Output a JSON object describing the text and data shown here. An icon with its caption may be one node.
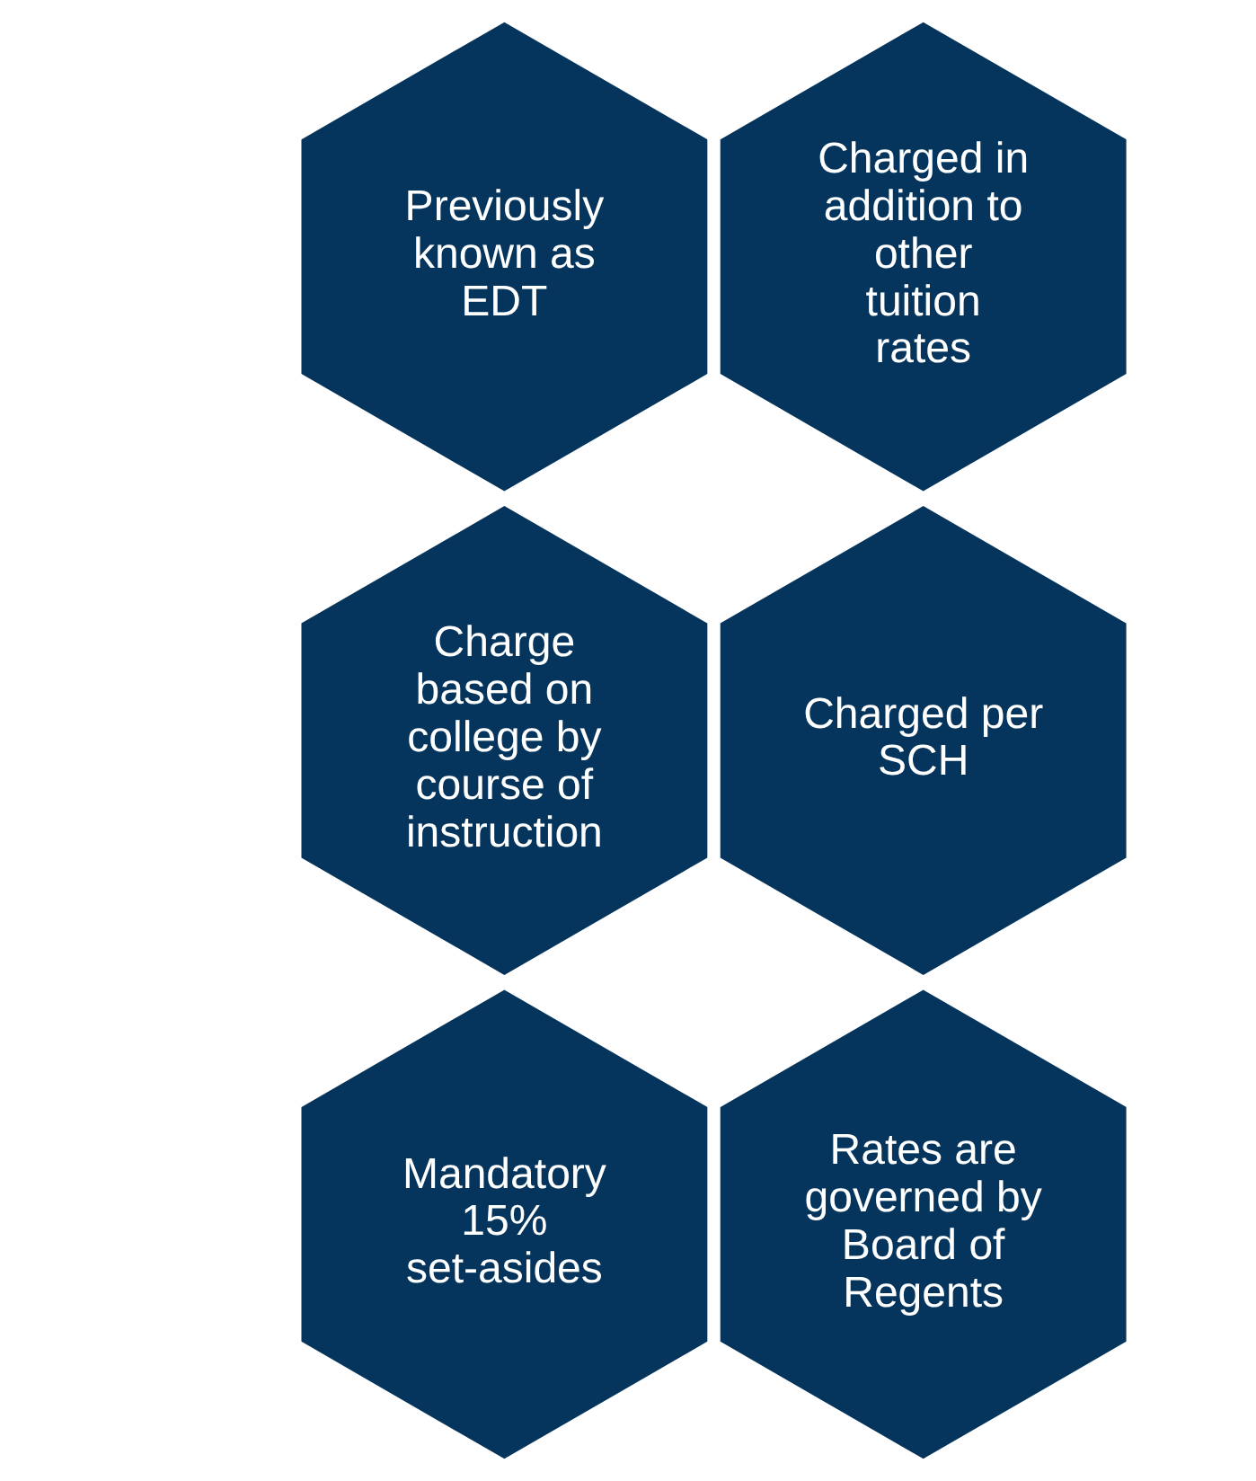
{
  "diagram": {
    "nodes": [
      {
        "text": [
          "Previously known as EDT"
        ]
      },
      {
        "text": [
          "Charged in addition to other tuition rates"
        ]
      },
      {
        "text": [
          "Charge based on college by course of instruction"
        ]
      },
      {
        "text": [
          "Charged per SCH"
        ]
      },
      {
        "text": [
          "Mandatory 15% set-asides"
        ]
      },
      {
        "text": [
          "Rates are governed by Board of Regents"
        ]
      }
    ]
  }
}
